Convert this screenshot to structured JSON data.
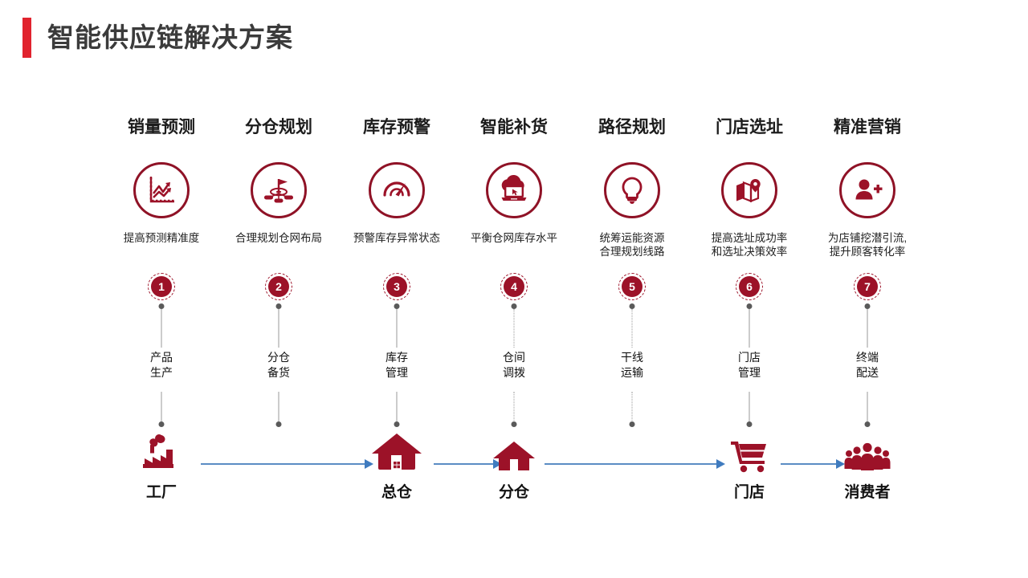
{
  "header": {
    "title": "智能供应链解决方案",
    "accent_color": "#e1232e"
  },
  "theme": {
    "primary_red": "#9c1228",
    "icon_red": "#8f1226",
    "arrow_blue": "#5b8cc4",
    "connector_gray": "#9a9a9a",
    "text_dark": "#1c1c1c"
  },
  "columns": [
    {
      "index": "1",
      "title": "销量预测",
      "icon": "trend-chart-icon",
      "desc": "提高预测精准度",
      "stage": "产品\n生产",
      "conn_style_top": "solid",
      "conn_style_bottom": "solid"
    },
    {
      "index": "2",
      "title": "分仓规划",
      "icon": "flag-network-icon",
      "desc": "合理规划仓网布局",
      "stage": "分仓\n备货",
      "conn_style_top": "solid",
      "conn_style_bottom": "solid"
    },
    {
      "index": "3",
      "title": "库存预警",
      "icon": "gauge-icon",
      "desc": "预警库存异常状态",
      "stage": "库存\n管理",
      "conn_style_top": "solid",
      "conn_style_bottom": "solid"
    },
    {
      "index": "4",
      "title": "智能补货",
      "icon": "cloud-laptop-icon",
      "desc": "平衡仓网库存水平",
      "stage": "仓间\n调拨",
      "conn_style_top": "dotted",
      "conn_style_bottom": "dotted"
    },
    {
      "index": "5",
      "title": "路径规划",
      "icon": "lightbulb-icon",
      "desc": "统筹运能资源\n合理规划线路",
      "stage": "干线\n运输",
      "conn_style_top": "dotted",
      "conn_style_bottom": "dotted"
    },
    {
      "index": "6",
      "title": "门店选址",
      "icon": "map-pin-icon",
      "desc": "提高选址成功率\n和选址决策效率",
      "stage": "门店\n管理",
      "conn_style_top": "solid",
      "conn_style_bottom": "solid"
    },
    {
      "index": "7",
      "title": "精准营销",
      "icon": "add-user-icon",
      "desc": "为店铺挖潜引流,\n提升顾客转化率",
      "stage": "终端\n配送",
      "conn_style_top": "solid",
      "conn_style_bottom": "solid"
    }
  ],
  "flow": {
    "nodes": [
      {
        "column": 1,
        "label": "工厂",
        "icon": "factory-icon"
      },
      {
        "column": 3,
        "label": "总仓",
        "icon": "warehouse-main-icon"
      },
      {
        "column": 4,
        "label": "分仓",
        "icon": "warehouse-sub-icon"
      },
      {
        "column": 6,
        "label": "门店",
        "icon": "shopping-cart-icon"
      },
      {
        "column": 7,
        "label": "消费者",
        "icon": "consumers-group-icon"
      }
    ],
    "arrows": [
      {
        "from": "工厂",
        "to": "总仓"
      },
      {
        "from": "总仓",
        "to": "分仓"
      },
      {
        "from": "分仓",
        "to": "门店"
      },
      {
        "from": "门店",
        "to": "消费者"
      }
    ]
  }
}
